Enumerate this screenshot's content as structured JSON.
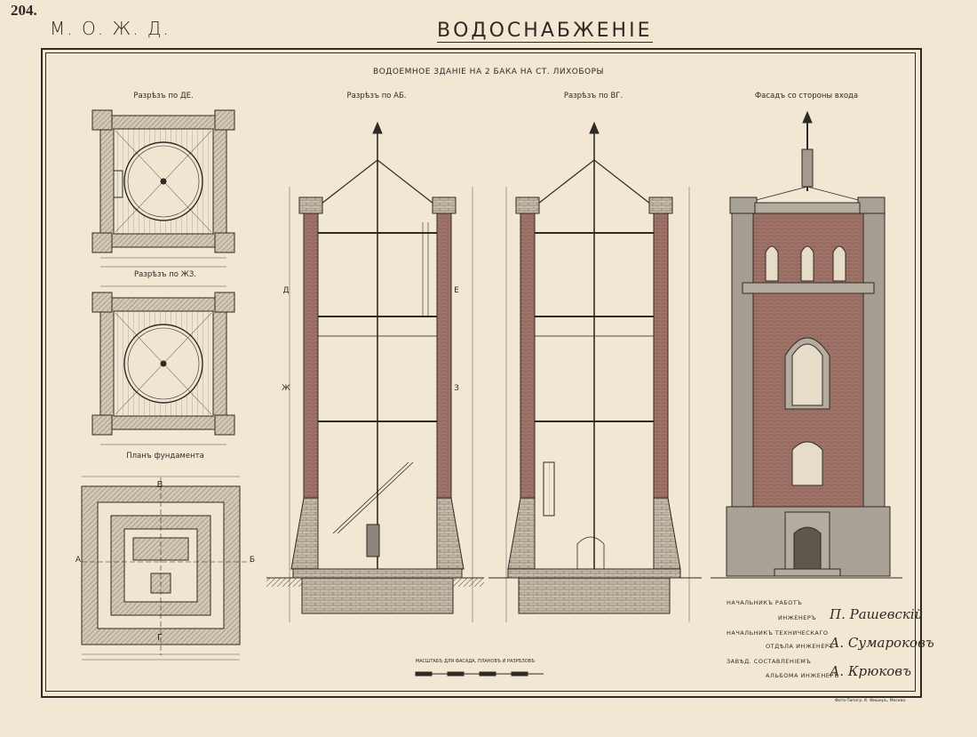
{
  "header": {
    "page_number": "204.",
    "road": "М. О. Ж. Д.",
    "section": "ВОДОСНАБЖЕНІЕ"
  },
  "plate_title": "ВОДОЕМНОЕ ЗДАНІЕ НА 2 БАКА НА СТ. ЛИХОБОРЫ",
  "views": {
    "section_de": "Разрѣзъ по ДЕ.",
    "section_zhz": "Разрѣзъ по ЖЗ.",
    "foundation_plan": "Планъ фундамента",
    "section_ab": "Разрѣзъ по АБ.",
    "section_vg": "Разрѣзъ по ВГ.",
    "facade": "Фасадъ со стороны входа"
  },
  "plan_letters": {
    "a": "А",
    "b": "Б",
    "v": "В",
    "g": "Г",
    "d": "Д",
    "e": "Е",
    "zh": "Ж",
    "z": "З"
  },
  "scale_label": "МАСШТАБЪ ДЛЯ ФАСАДА, ПЛАНОВЪ И РАЗРѢЗОВЪ",
  "credits": {
    "line1": "НАЧАЛЬНИКЪ РАБОТЪ",
    "line2": "ИНЖЕНЕРЪ",
    "sig1": "П. Рашевскій",
    "line3": "НАЧАЛЬНИКЪ ТЕХНИЧЕСКАГО",
    "line4": "ОТДѢЛА ИНЖЕНЕРЪ",
    "sig2": "А. Сумароковъ",
    "line5": "ЗАВѢД. СОСТАВЛЕНІЕМЪ",
    "line6": "АЛЬБОМА ИНЖЕНЕРЪ",
    "sig3": "А. Крюковъ"
  },
  "printer": "Фото-Типогр. К. Фишеръ, Москва."
}
